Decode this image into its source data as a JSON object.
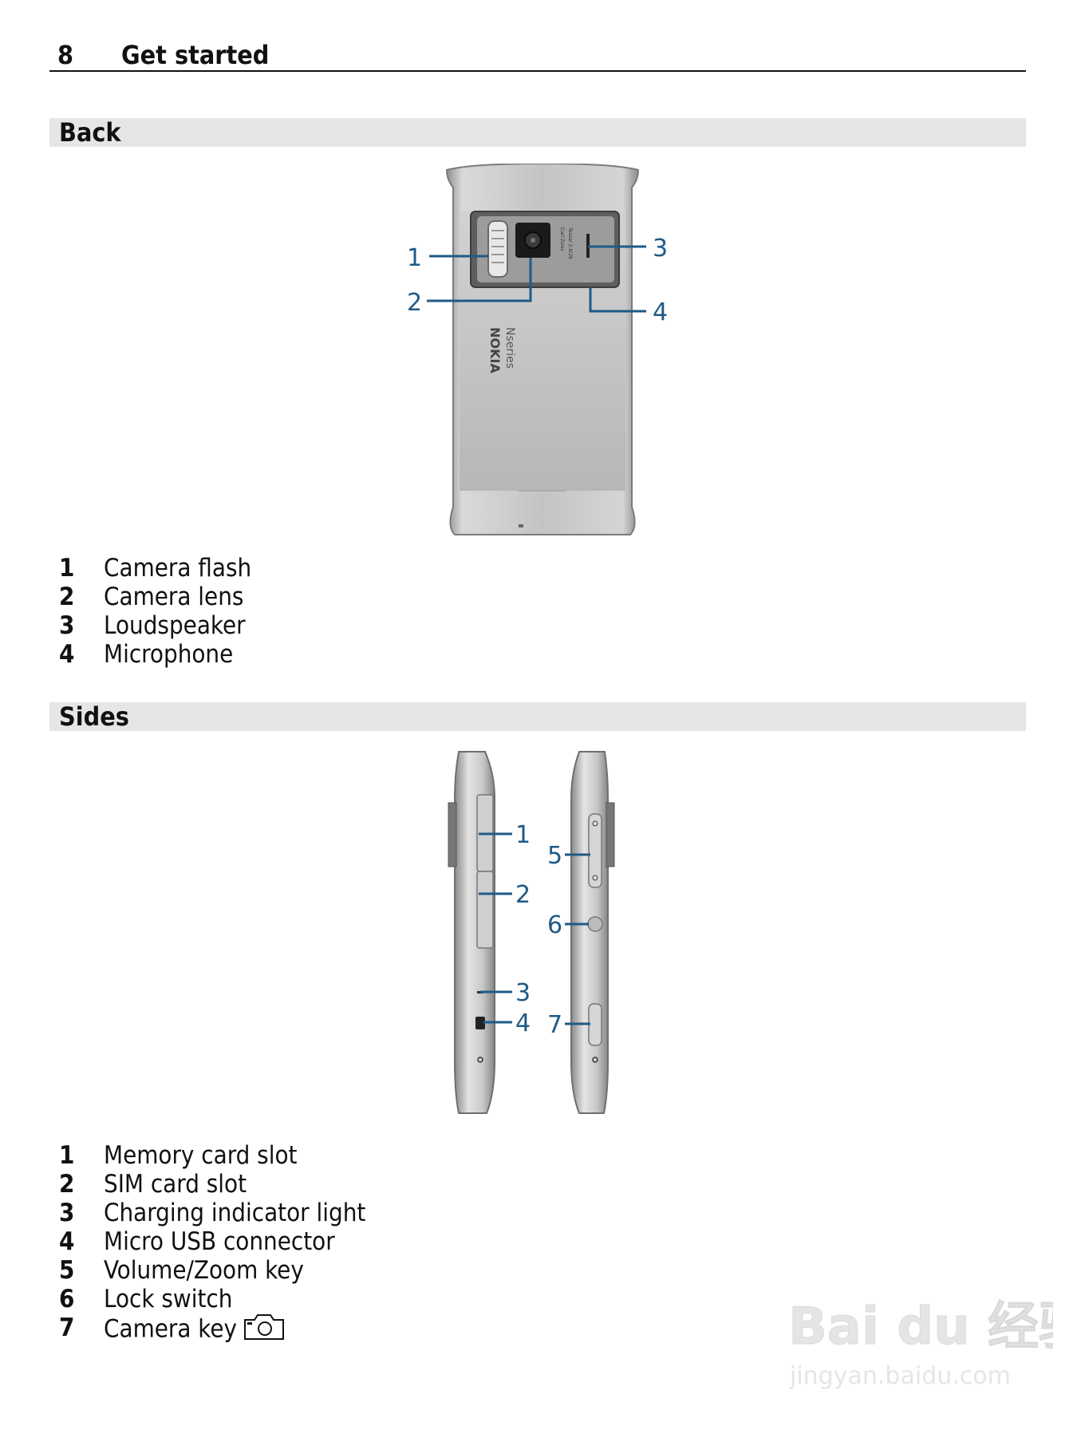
{
  "header": {
    "page_number": "8",
    "title": "Get started"
  },
  "back_section": {
    "title": "Back",
    "callouts": [
      "1",
      "2",
      "3",
      "4"
    ],
    "phone_brand": "NOKIA",
    "phone_series": "Nseries",
    "items": [
      {
        "num": "1",
        "label": "Camera flash"
      },
      {
        "num": "2",
        "label": "Camera lens"
      },
      {
        "num": "3",
        "label": "Loudspeaker"
      },
      {
        "num": "4",
        "label": "Microphone"
      }
    ]
  },
  "sides_section": {
    "title": "Sides",
    "callouts": [
      "1",
      "2",
      "3",
      "4",
      "5",
      "6",
      "7"
    ],
    "items": [
      {
        "num": "1",
        "label": "Memory card slot"
      },
      {
        "num": "2",
        "label": "SIM card slot"
      },
      {
        "num": "3",
        "label": "Charging indicator light"
      },
      {
        "num": "4",
        "label": "Micro USB connector"
      },
      {
        "num": "5",
        "label": "Volume/Zoom key"
      },
      {
        "num": "6",
        "label": "Lock switch"
      },
      {
        "num": "7",
        "label": "Camera key"
      }
    ]
  },
  "watermark": {
    "brand": "Bai du 经验",
    "url": "jingyan.baidu.com"
  },
  "colors": {
    "callout": "#1f5a86",
    "section_bar": "#e6e6e6"
  }
}
